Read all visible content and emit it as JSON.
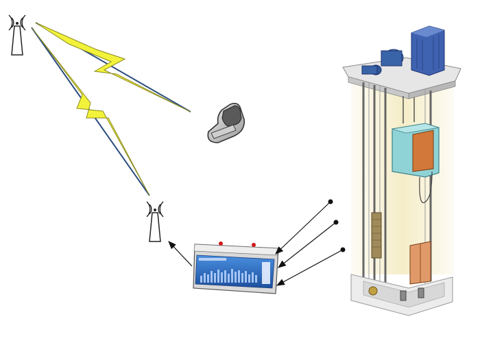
{
  "diagram": {
    "type": "iot-elevator-monitoring",
    "components": [
      {
        "id": "antenna-top",
        "icon": "antenna-icon"
      },
      {
        "id": "mobile-phone",
        "icon": "mobile-phone-icon"
      },
      {
        "id": "antenna-gateway",
        "icon": "antenna-icon"
      },
      {
        "id": "monitoring-device",
        "icon": "data-logger-icon"
      },
      {
        "id": "elevator-shaft",
        "icon": "elevator-shaft-icon"
      }
    ],
    "links": [
      {
        "from": "antenna-top",
        "to": "mobile-phone",
        "style": "lightning-wireless"
      },
      {
        "from": "antenna-top",
        "to": "antenna-gateway",
        "style": "lightning-wireless"
      },
      {
        "from": "monitoring-device",
        "to": "antenna-gateway",
        "style": "arrow"
      },
      {
        "from": "elevator-shaft",
        "to": "monitoring-device",
        "style": "arrow",
        "count": 3
      }
    ],
    "colors": {
      "lightning_fill": "#f2f23a",
      "lightning_stroke": "#8a8a20",
      "signal_line": "#2b4c7e",
      "device_screen": "#2e6fc4",
      "shaft_glow": "#f5edc8",
      "cabin": "#8fd3d6"
    }
  }
}
